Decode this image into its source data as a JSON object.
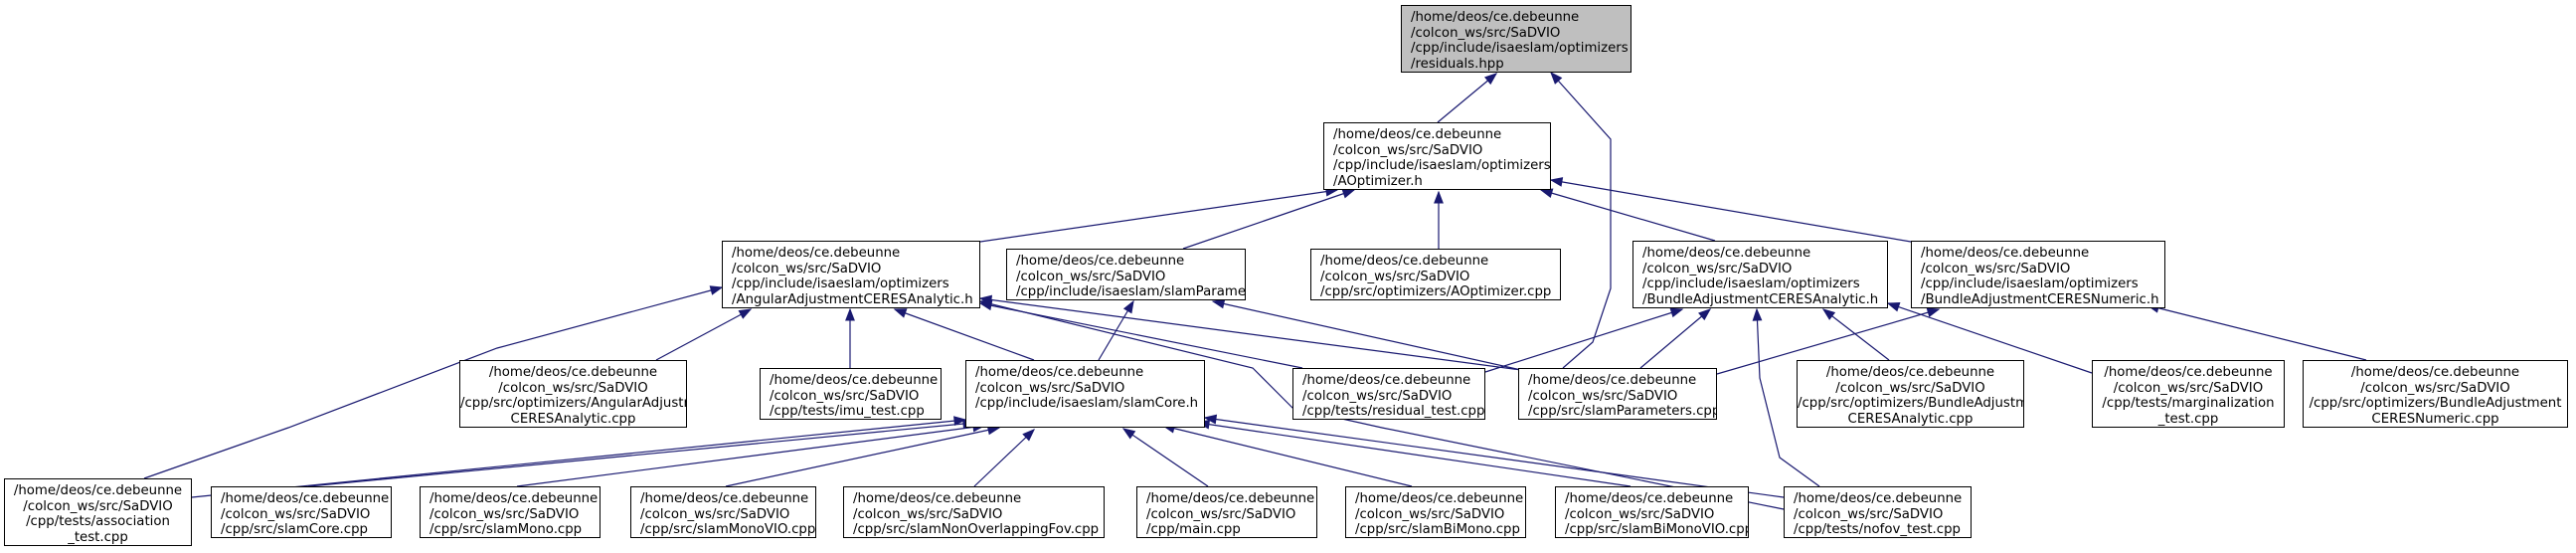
{
  "diagram": {
    "colors": {
      "edge": "#191970",
      "node_border": "#000000",
      "root_fill": "#bfbfbf",
      "node_fill": "#ffffff"
    },
    "nodes": [
      {
        "id": "residuals",
        "lines": [
          "/home/deos/ce.debeunne",
          "/colcon_ws/src/SaDVIO",
          "/cpp/include/isaeslam/optimizers",
          "/residuals.hpp"
        ],
        "root": true
      },
      {
        "id": "aoptimizer_h",
        "lines": [
          "/home/deos/ce.debeunne",
          "/colcon_ws/src/SaDVIO",
          "/cpp/include/isaeslam/optimizers",
          "/AOptimizer.h"
        ]
      },
      {
        "id": "angular_h",
        "lines": [
          "/home/deos/ce.debeunne",
          "/colcon_ws/src/SaDVIO",
          "/cpp/include/isaeslam/optimizers",
          "/AngularAdjustmentCERESAnalytic.h"
        ]
      },
      {
        "id": "slamparams_h",
        "lines": [
          "/home/deos/ce.debeunne",
          "/colcon_ws/src/SaDVIO",
          "/cpp/include/isaeslam/slamParameters.h"
        ]
      },
      {
        "id": "aoptimizer_cpp",
        "lines": [
          "/home/deos/ce.debeunne",
          "/colcon_ws/src/SaDVIO",
          "/cpp/src/optimizers/AOptimizer.cpp"
        ]
      },
      {
        "id": "ba_analytic_h",
        "lines": [
          "/home/deos/ce.debeunne",
          "/colcon_ws/src/SaDVIO",
          "/cpp/include/isaeslam/optimizers",
          "/BundleAdjustmentCERESAnalytic.h"
        ]
      },
      {
        "id": "ba_numeric_h",
        "lines": [
          "/home/deos/ce.debeunne",
          "/colcon_ws/src/SaDVIO",
          "/cpp/include/isaeslam/optimizers",
          "/BundleAdjustmentCERESNumeric.h"
        ]
      },
      {
        "id": "angular_cpp",
        "lines": [
          "/home/deos/ce.debeunne",
          "/colcon_ws/src/SaDVIO",
          "/cpp/src/optimizers/AngularAdjustment",
          "CERESAnalytic.cpp"
        ],
        "center": true
      },
      {
        "id": "imu_test",
        "lines": [
          "/home/deos/ce.debeunne",
          "/colcon_ws/src/SaDVIO",
          "/cpp/tests/imu_test.cpp"
        ]
      },
      {
        "id": "slamcore_h",
        "lines": [
          "/home/deos/ce.debeunne",
          "/colcon_ws/src/SaDVIO",
          "/cpp/include/isaeslam/slamCore.h"
        ]
      },
      {
        "id": "residual_test",
        "lines": [
          "/home/deos/ce.debeunne",
          "/colcon_ws/src/SaDVIO",
          "/cpp/tests/residual_test.cpp"
        ]
      },
      {
        "id": "slamparams_cpp",
        "lines": [
          "/home/deos/ce.debeunne",
          "/colcon_ws/src/SaDVIO",
          "/cpp/src/slamParameters.cpp"
        ]
      },
      {
        "id": "ba_analytic_cpp",
        "lines": [
          "/home/deos/ce.debeunne",
          "/colcon_ws/src/SaDVIO",
          "/cpp/src/optimizers/BundleAdjustment",
          "CERESAnalytic.cpp"
        ],
        "center": true
      },
      {
        "id": "marginalization",
        "lines": [
          "/home/deos/ce.debeunne",
          "/colcon_ws/src/SaDVIO",
          "/cpp/tests/marginalization",
          "_test.cpp"
        ],
        "center": true
      },
      {
        "id": "ba_numeric_cpp",
        "lines": [
          "/home/deos/ce.debeunne",
          "/colcon_ws/src/SaDVIO",
          "/cpp/src/optimizers/BundleAdjustment",
          "CERESNumeric.cpp"
        ],
        "center": true
      },
      {
        "id": "association",
        "lines": [
          "/home/deos/ce.debeunne",
          "/colcon_ws/src/SaDVIO",
          "/cpp/tests/association",
          "_test.cpp"
        ],
        "center": true
      },
      {
        "id": "slamcore_cpp",
        "lines": [
          "/home/deos/ce.debeunne",
          "/colcon_ws/src/SaDVIO",
          "/cpp/src/slamCore.cpp"
        ]
      },
      {
        "id": "slammono",
        "lines": [
          "/home/deos/ce.debeunne",
          "/colcon_ws/src/SaDVIO",
          "/cpp/src/slamMono.cpp"
        ]
      },
      {
        "id": "slammonovio",
        "lines": [
          "/home/deos/ce.debeunne",
          "/colcon_ws/src/SaDVIO",
          "/cpp/src/slamMonoVIO.cpp"
        ]
      },
      {
        "id": "slamnonoverlap",
        "lines": [
          "/home/deos/ce.debeunne",
          "/colcon_ws/src/SaDVIO",
          "/cpp/src/slamNonOverlappingFov.cpp"
        ]
      },
      {
        "id": "main",
        "lines": [
          "/home/deos/ce.debeunne",
          "/colcon_ws/src/SaDVIO",
          "/cpp/main.cpp"
        ]
      },
      {
        "id": "slambimono",
        "lines": [
          "/home/deos/ce.debeunne",
          "/colcon_ws/src/SaDVIO",
          "/cpp/src/slamBiMono.cpp"
        ]
      },
      {
        "id": "slambimonovio",
        "lines": [
          "/home/deos/ce.debeunne",
          "/colcon_ws/src/SaDVIO",
          "/cpp/src/slamBiMonoVIO.cpp"
        ]
      },
      {
        "id": "nofov_test",
        "lines": [
          "/home/deos/ce.debeunne",
          "/colcon_ws/src/SaDVIO",
          "/cpp/tests/nofov_test.cpp"
        ]
      }
    ]
  }
}
